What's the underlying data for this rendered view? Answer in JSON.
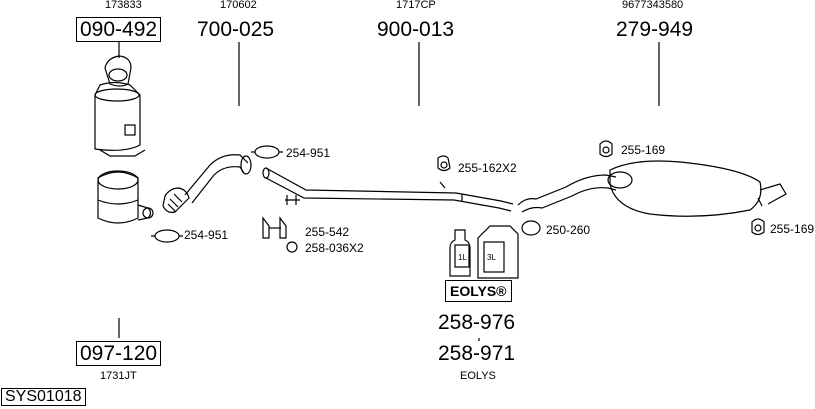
{
  "header_refs": {
    "ref_1": "173833",
    "ref_2": "170602",
    "ref_3": "1717CP",
    "ref_4": "9677343580"
  },
  "parts": {
    "p1": "090-492",
    "p2": "700-025",
    "p3": "900-013",
    "p4": "279-949",
    "p5": "097-120",
    "p6": "258-976",
    "p7": "258-971"
  },
  "small_parts": {
    "s1": "254-951",
    "s2": "254-951",
    "s3": "255-542",
    "s4": "258-036X2",
    "s5": "255-162X2",
    "s6": "250-260",
    "s7": "255-169",
    "s8": "255-169"
  },
  "bottom_refs": {
    "b1": "1731JT",
    "b2": "EOLYS"
  },
  "eolys_brand": "EOLYS®",
  "bottle_labels": {
    "b1": "1L",
    "b2": "3L"
  },
  "system_id": "SYS01018"
}
